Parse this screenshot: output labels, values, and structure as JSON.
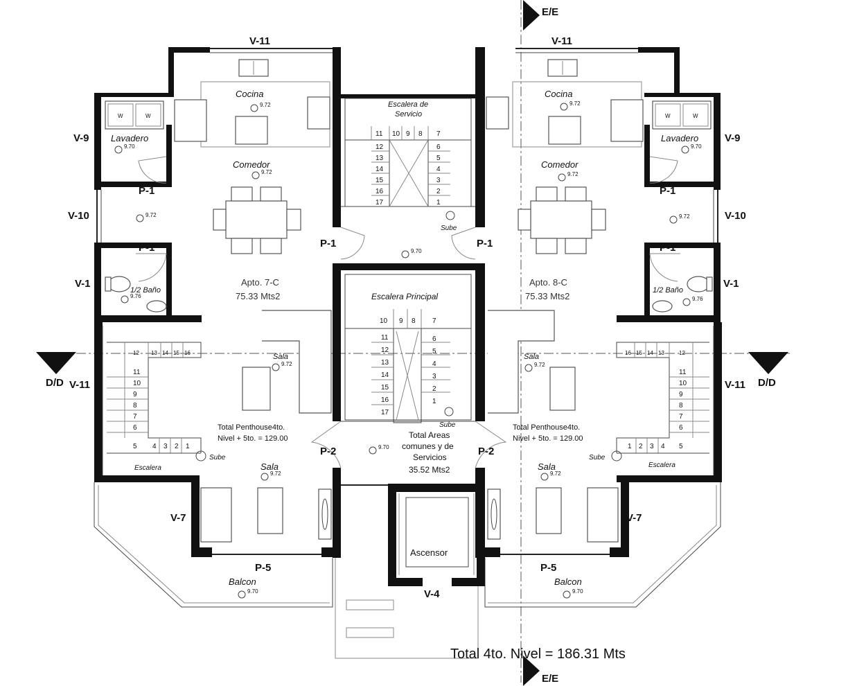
{
  "sections": {
    "ee_top": "E/E",
    "ee_bottom": "E/E",
    "dd_left": "D/D",
    "dd_right": "D/D"
  },
  "windows": {
    "v11": "V-11",
    "v9": "V-9",
    "v10": "V-10",
    "v1": "V-1",
    "v7": "V-7",
    "v4": "V-4"
  },
  "doors": {
    "p1": "P-1",
    "p2": "P-2",
    "p5": "P-5"
  },
  "rooms": {
    "cocina": "Cocina",
    "lavadero": "Lavadero",
    "comedor": "Comedor",
    "medio_bano": "1/2 Baño",
    "sala": "Sala",
    "balcon": "Balcon",
    "escalera": "Escalera",
    "sube": "Sube",
    "ascensor": "Ascensor",
    "escalera_principal": "Escalera Principal",
    "escalera_servicio_1": "Escalera de",
    "escalera_servicio_2": "Servicio"
  },
  "elevation": "9.72",
  "elevation_b": "9.70",
  "elevation_c": "9.76",
  "apartments": {
    "left": {
      "name": "Apto. 7-C",
      "area": "75.33 Mts2"
    },
    "right": {
      "name": "Apto. 8-C",
      "area": "75.33 Mts2"
    }
  },
  "penthouse": {
    "line1": "Total Penthouse4to.",
    "line2": "Nivel + 5to. = 129.00"
  },
  "common": {
    "line1": "Total Areas",
    "line2": "comunes y de",
    "line3": "Servicios",
    "line4": "35.52 Mts2"
  },
  "total": "Total 4to. Nivel = 186.31 Mts",
  "stairs": {
    "service_top": [
      "11",
      "10",
      "9",
      "8",
      "7"
    ],
    "service_left": [
      "12",
      "13",
      "14",
      "15",
      "16",
      "17"
    ],
    "service_right": [
      "6",
      "5",
      "4",
      "3",
      "2",
      "1"
    ],
    "main_top": [
      "10",
      "9",
      "8",
      "7"
    ],
    "main_left": [
      "11",
      "12",
      "13",
      "14",
      "15",
      "16",
      "17"
    ],
    "main_right": [
      "6",
      "5",
      "4",
      "3",
      "2",
      "1"
    ],
    "apt_left_top": [
      "12",
      "13",
      "14",
      "15",
      "16"
    ],
    "apt_left_side": [
      "11",
      "10",
      "9",
      "8",
      "7",
      "6"
    ],
    "apt_left_bottom": [
      "5",
      "4",
      "3",
      "2",
      "1"
    ],
    "apt_right_top": [
      "16",
      "15",
      "14",
      "13",
      "12"
    ],
    "apt_right_side": [
      "11",
      "10",
      "9",
      "8",
      "7",
      "6"
    ],
    "apt_right_bottom": [
      "1",
      "2",
      "3",
      "4",
      "5"
    ]
  },
  "appliance_letter": "W"
}
